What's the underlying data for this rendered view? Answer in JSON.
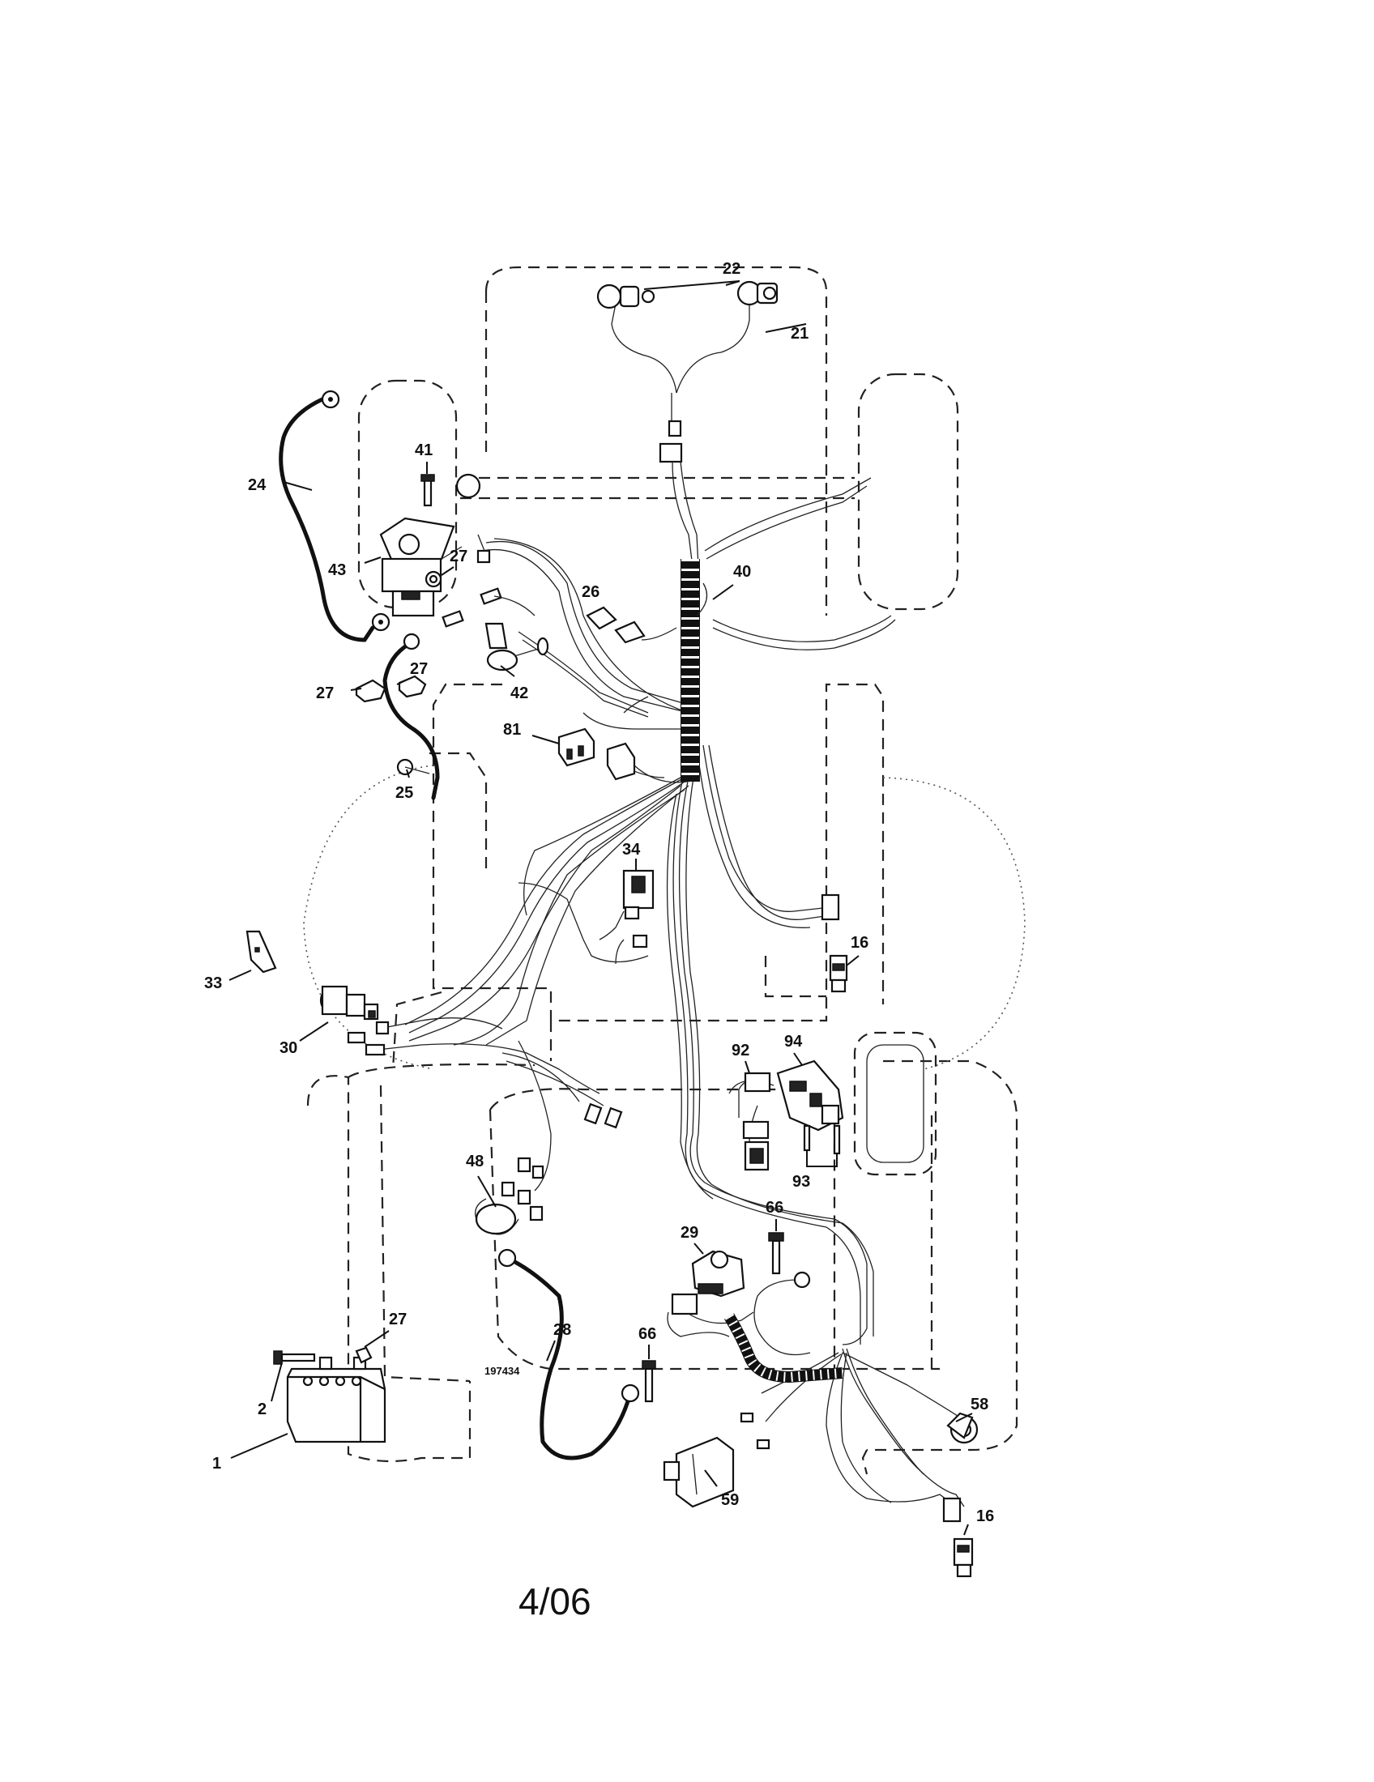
{
  "diagram": {
    "drawing_number": "197434",
    "revision_date": "4/06",
    "callouts": [
      {
        "id": "c22",
        "label": "22"
      },
      {
        "id": "c21",
        "label": "21"
      },
      {
        "id": "c24",
        "label": "24"
      },
      {
        "id": "c41",
        "label": "41"
      },
      {
        "id": "c43",
        "label": "43"
      },
      {
        "id": "c27a",
        "label": "27"
      },
      {
        "id": "c26",
        "label": "26"
      },
      {
        "id": "c40",
        "label": "40"
      },
      {
        "id": "c27b",
        "label": "27"
      },
      {
        "id": "c27c",
        "label": "27"
      },
      {
        "id": "c42",
        "label": "42"
      },
      {
        "id": "c81",
        "label": "81"
      },
      {
        "id": "c25",
        "label": "25"
      },
      {
        "id": "c34",
        "label": "34"
      },
      {
        "id": "c16a",
        "label": "16"
      },
      {
        "id": "c33",
        "label": "33"
      },
      {
        "id": "c30",
        "label": "30"
      },
      {
        "id": "c92",
        "label": "92"
      },
      {
        "id": "c94",
        "label": "94"
      },
      {
        "id": "c93",
        "label": "93"
      },
      {
        "id": "c48",
        "label": "48"
      },
      {
        "id": "c66a",
        "label": "66"
      },
      {
        "id": "c29",
        "label": "29"
      },
      {
        "id": "c27d",
        "label": "27"
      },
      {
        "id": "c28",
        "label": "28"
      },
      {
        "id": "c66b",
        "label": "66"
      },
      {
        "id": "c2",
        "label": "2"
      },
      {
        "id": "c1",
        "label": "1"
      },
      {
        "id": "c58",
        "label": "58"
      },
      {
        "id": "c59",
        "label": "59"
      },
      {
        "id": "c16b",
        "label": "16"
      }
    ]
  }
}
